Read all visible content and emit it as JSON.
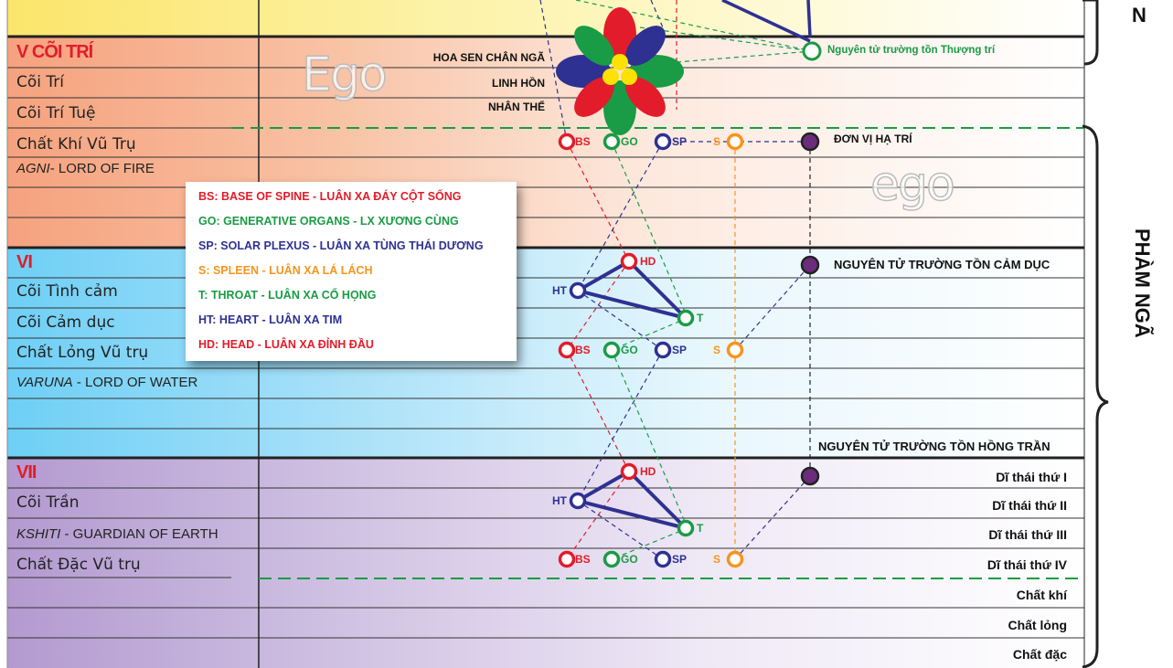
{
  "rows": {
    "zone5": "V CÕI TRÍ",
    "coi_tri": "Cõi Trí",
    "coi_tri_tue": "Cõi Trí Tuệ",
    "chat_khi_vu_tru": "Chất Khí Vũ Trụ",
    "agni": "AGNI",
    "agni_rest": "- LORD OF FIRE",
    "zone6": "VI",
    "coi_tinh_cam": "Cõi Tình cảm",
    "coi_cam_duc": "Cõi Cảm dục",
    "chat_long": "Chất Lỏng Vũ trụ",
    "varuna": "VARUNA",
    "varuna_rest": " - LORD OF WATER",
    "zone7": "VII",
    "coi_tran": "Cõi Trần",
    "kshiti": "KSHITI",
    "kshiti_rest": " - GUARDIAN OF EARTH",
    "chat_dac": "Chất Đặc Vũ trụ"
  },
  "watermarks": {
    "ego_upper": "Ego",
    "ego_lower": "ego"
  },
  "lotus_labels": {
    "hoa_sen": "HOA SEN CHÂN NGÃ",
    "linh_hon": "LINH HỒN",
    "nhan_the": "NHÂN THỂ"
  },
  "atoms": {
    "thuong_tri": "Nguyên tử trường tồn Thượng trí",
    "don_vi": "ĐƠN VỊ HẠ TRÍ",
    "cam_duc": "NGUYÊN TỬ TRƯỜNG TỒN CẢM DỤC",
    "hong_tran": "NGUYÊN TỬ TRƯỜNG TỒN HỒNG TRẦN"
  },
  "ethers": [
    "Dĩ thái thứ I",
    "Dĩ thái thứ II",
    "Dĩ thái thứ III",
    "Dĩ thái thứ IV",
    "Chất khí",
    "Chất lỏng",
    "Chất đặc"
  ],
  "side": {
    "top": "N",
    "main": "PHÀM NGÃ"
  },
  "chakra_abbr": {
    "bs": "BS",
    "go": "GO",
    "sp": "SP",
    "s": "S",
    "t": "T",
    "ht": "HT",
    "hd": "HD"
  },
  "legend": [
    {
      "text": "BS: BASE OF SPINE - LUÂN XA ĐÁY CỘT SỐNG",
      "color": "#e21c2a"
    },
    {
      "text": "GO: GENERATIVE ORGANS - LX XƯƠNG CÙNG",
      "color": "#1a9b45"
    },
    {
      "text": "SP: SOLAR PLEXUS - LUÂN XA TÙNG THÁI DƯƠNG",
      "color": "#2e3192"
    },
    {
      "text": "S: SPLEEN - LUÂN XA LÁ LÁCH",
      "color": "#f7941d"
    },
    {
      "text": "T: THROAT - LUÂN XA CỔ HỌNG",
      "color": "#1a9b45"
    },
    {
      "text": "HT: HEART - LUÂN XA TIM",
      "color": "#2e3192"
    },
    {
      "text": "HD: HEAD - LUÂN XA ĐỈNH ĐẦU",
      "color": "#e21c2a"
    }
  ],
  "colors": {
    "red": "#e21c2a",
    "green": "#1a9b45",
    "blue": "#2e3192",
    "orange": "#f7941d",
    "purple": "#6b2d7b"
  }
}
